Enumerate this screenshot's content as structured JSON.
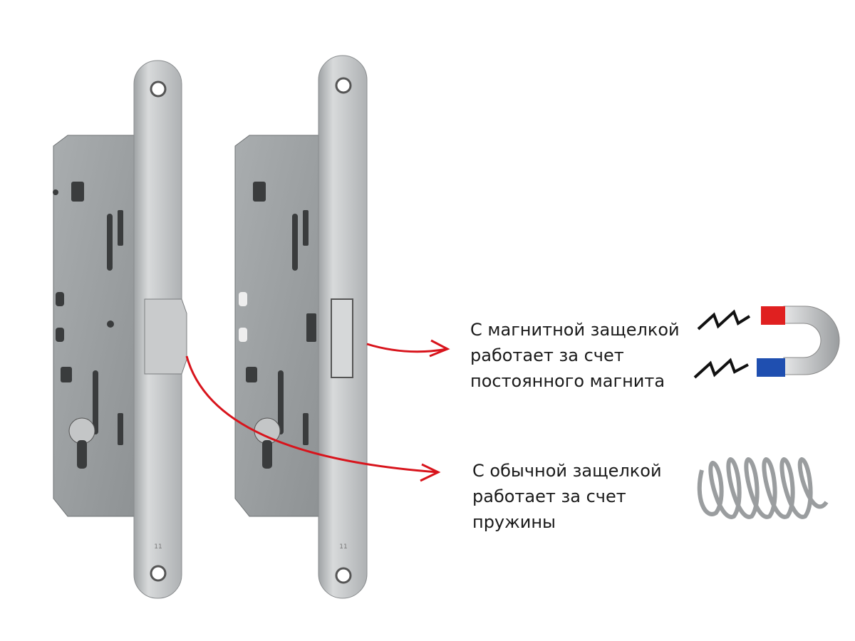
{
  "captions": {
    "magnetic": {
      "lines": [
        "С магнитной защелкой",
        "работает за счет",
        "постоянного магнита"
      ]
    },
    "regular": {
      "lines": [
        "С обычной защелкой",
        "работает за счет",
        "пружины"
      ]
    }
  },
  "plate_marking": "11",
  "colors": {
    "arrow": "#d8141c",
    "magnet_north": "#e02020",
    "magnet_south": "#1f4fb0",
    "metal": "#b9bcbe"
  }
}
